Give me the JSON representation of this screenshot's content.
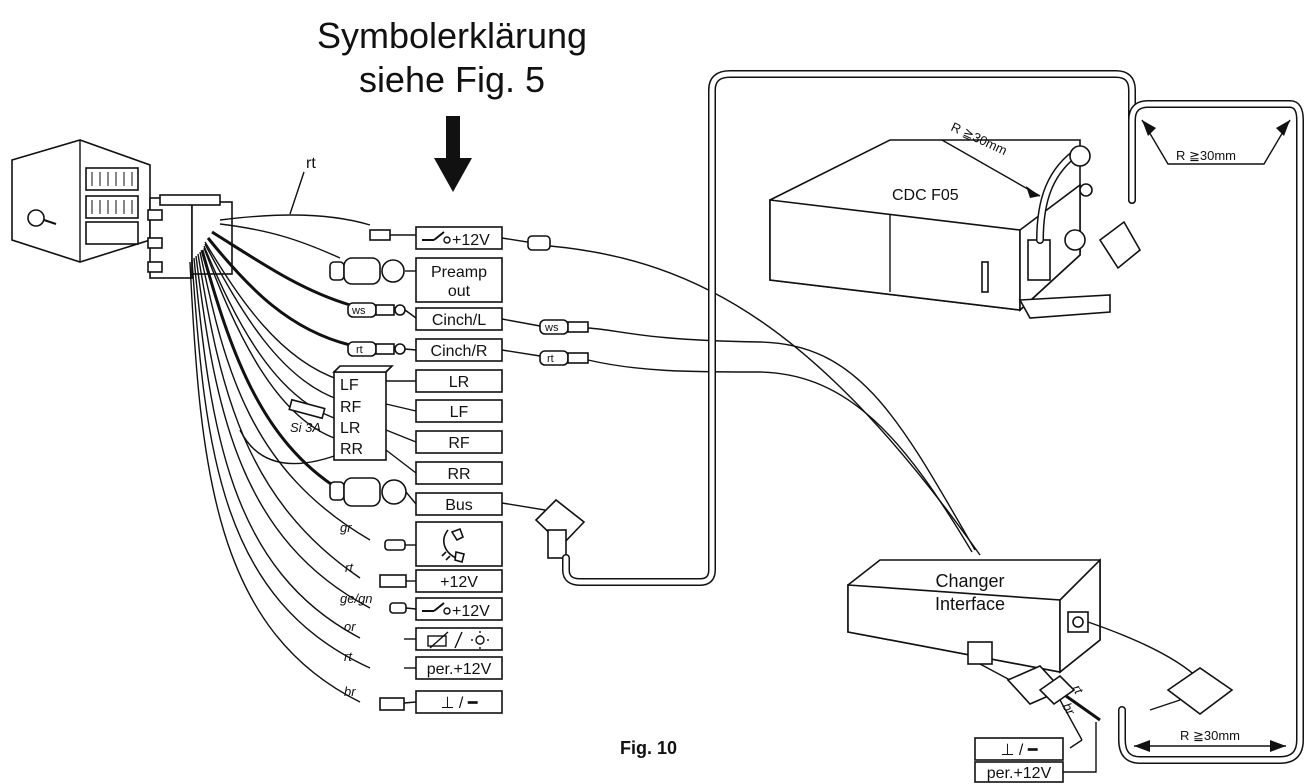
{
  "header": {
    "title_line1": "Symbolerklärung",
    "title_line2": "siehe Fig. 5"
  },
  "figure_label": "Fig. 10",
  "devices": {
    "cdc": "CDC F05",
    "interface_line1": "Changer",
    "interface_line2": "Interface",
    "radius_top": "R ≧30mm",
    "radius_right": "R ≧30mm",
    "radius_bottom": "R ≧30mm"
  },
  "wire_colors": {
    "rt": "rt",
    "gr": "gr",
    "ge_gn": "ge/gn",
    "or": "or",
    "br": "br",
    "ws": "ws"
  },
  "fuse": "Si 3A",
  "speaker_block": [
    "LF",
    "RF",
    "LR",
    "RR"
  ],
  "terminals": {
    "ign12v": "+12V",
    "preamp_line1": "Preamp",
    "preamp_line2": "out",
    "cinch_l": "Cinch/L",
    "cinch_r": "Cinch/R",
    "lr": "LR",
    "lf": "LF",
    "rf": "RF",
    "rr": "RR",
    "bus": "Bus",
    "plus12v": "+12V",
    "ign12v_2": "+12V",
    "per12v": "per.+12V",
    "ground": "⊥ / ━",
    "ground_right": "⊥ / ━",
    "per12v_right": "per.+12V"
  },
  "icons": [
    "arrow-down-icon",
    "ignition-switch-icon",
    "phone-mute-icon",
    "dimmer-light-icon",
    "ground-icon"
  ],
  "colors": {
    "ink": "#111111",
    "paper": "#ffffff"
  }
}
